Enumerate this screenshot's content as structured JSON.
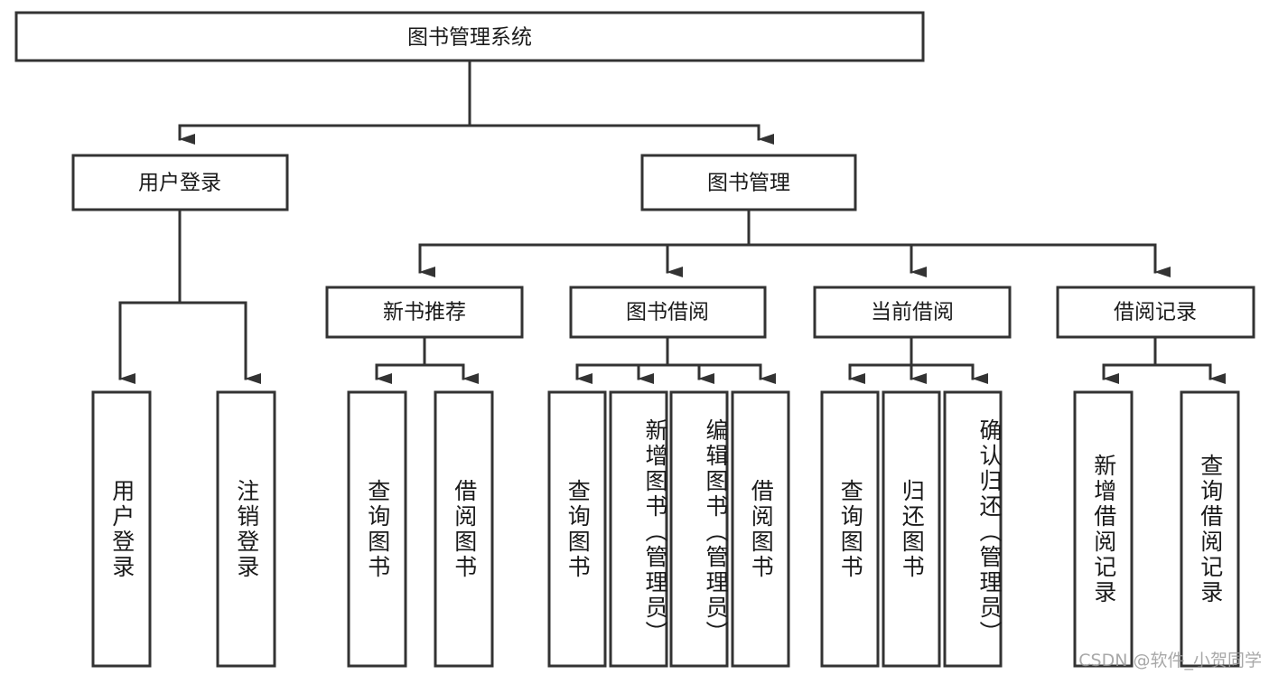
{
  "diagram": {
    "type": "tree-hierarchy",
    "title": "图书管理系统",
    "watermark": "CSDN @软件_小贺同学",
    "colors": {
      "box_stroke": "#333333",
      "box_fill": "#ffffff",
      "line": "#333333",
      "text": "#1a1a1a",
      "background": "#ffffff",
      "watermark": "#9a9a9a"
    },
    "levels": [
      {
        "level": 0,
        "nodes": [
          {
            "id": "root",
            "label": "图书管理系统",
            "orientation": "horizontal"
          }
        ]
      },
      {
        "level": 1,
        "nodes": [
          {
            "id": "user-login",
            "label": "用户登录",
            "orientation": "horizontal",
            "parent": "root"
          },
          {
            "id": "book-manage",
            "label": "图书管理",
            "orientation": "horizontal",
            "parent": "root"
          }
        ]
      },
      {
        "level": 2,
        "nodes": [
          {
            "id": "new-book-recommend",
            "label": "新书推荐",
            "orientation": "horizontal",
            "parent": "book-manage"
          },
          {
            "id": "book-borrow",
            "label": "图书借阅",
            "orientation": "horizontal",
            "parent": "book-manage"
          },
          {
            "id": "current-borrow",
            "label": "当前借阅",
            "orientation": "horizontal",
            "parent": "book-manage"
          },
          {
            "id": "borrow-record",
            "label": "借阅记录",
            "orientation": "horizontal",
            "parent": "book-manage"
          }
        ]
      },
      {
        "level": 3,
        "nodes": [
          {
            "id": "leaf-user-login",
            "label": "用户登录",
            "orientation": "vertical",
            "parent": "user-login"
          },
          {
            "id": "leaf-user-logout",
            "label": "注销登录",
            "orientation": "vertical",
            "parent": "user-login"
          },
          {
            "id": "leaf-query-book-1",
            "label": "查询图书",
            "orientation": "vertical",
            "parent": "new-book-recommend"
          },
          {
            "id": "leaf-borrow-book-1",
            "label": "借阅图书",
            "orientation": "vertical",
            "parent": "new-book-recommend"
          },
          {
            "id": "leaf-query-book-2",
            "label": "查询图书",
            "orientation": "vertical",
            "parent": "book-borrow"
          },
          {
            "id": "leaf-add-book",
            "label": "新增图书（管理员）",
            "orientation": "vertical",
            "parent": "book-borrow"
          },
          {
            "id": "leaf-edit-book",
            "label": "编辑图书（管理员）",
            "orientation": "vertical",
            "parent": "book-borrow"
          },
          {
            "id": "leaf-borrow-book-2",
            "label": "借阅图书",
            "orientation": "vertical",
            "parent": "book-borrow"
          },
          {
            "id": "leaf-query-book-3",
            "label": "查询图书",
            "orientation": "vertical",
            "parent": "current-borrow"
          },
          {
            "id": "leaf-return-book",
            "label": "归还图书",
            "orientation": "vertical",
            "parent": "current-borrow"
          },
          {
            "id": "leaf-confirm-return",
            "label": "确认归还（管理员）",
            "orientation": "vertical",
            "parent": "current-borrow"
          },
          {
            "id": "leaf-add-record",
            "label": "新增借阅记录",
            "orientation": "vertical",
            "parent": "borrow-record"
          },
          {
            "id": "leaf-query-record",
            "label": "查询借阅记录",
            "orientation": "vertical",
            "parent": "borrow-record"
          }
        ]
      }
    ]
  }
}
